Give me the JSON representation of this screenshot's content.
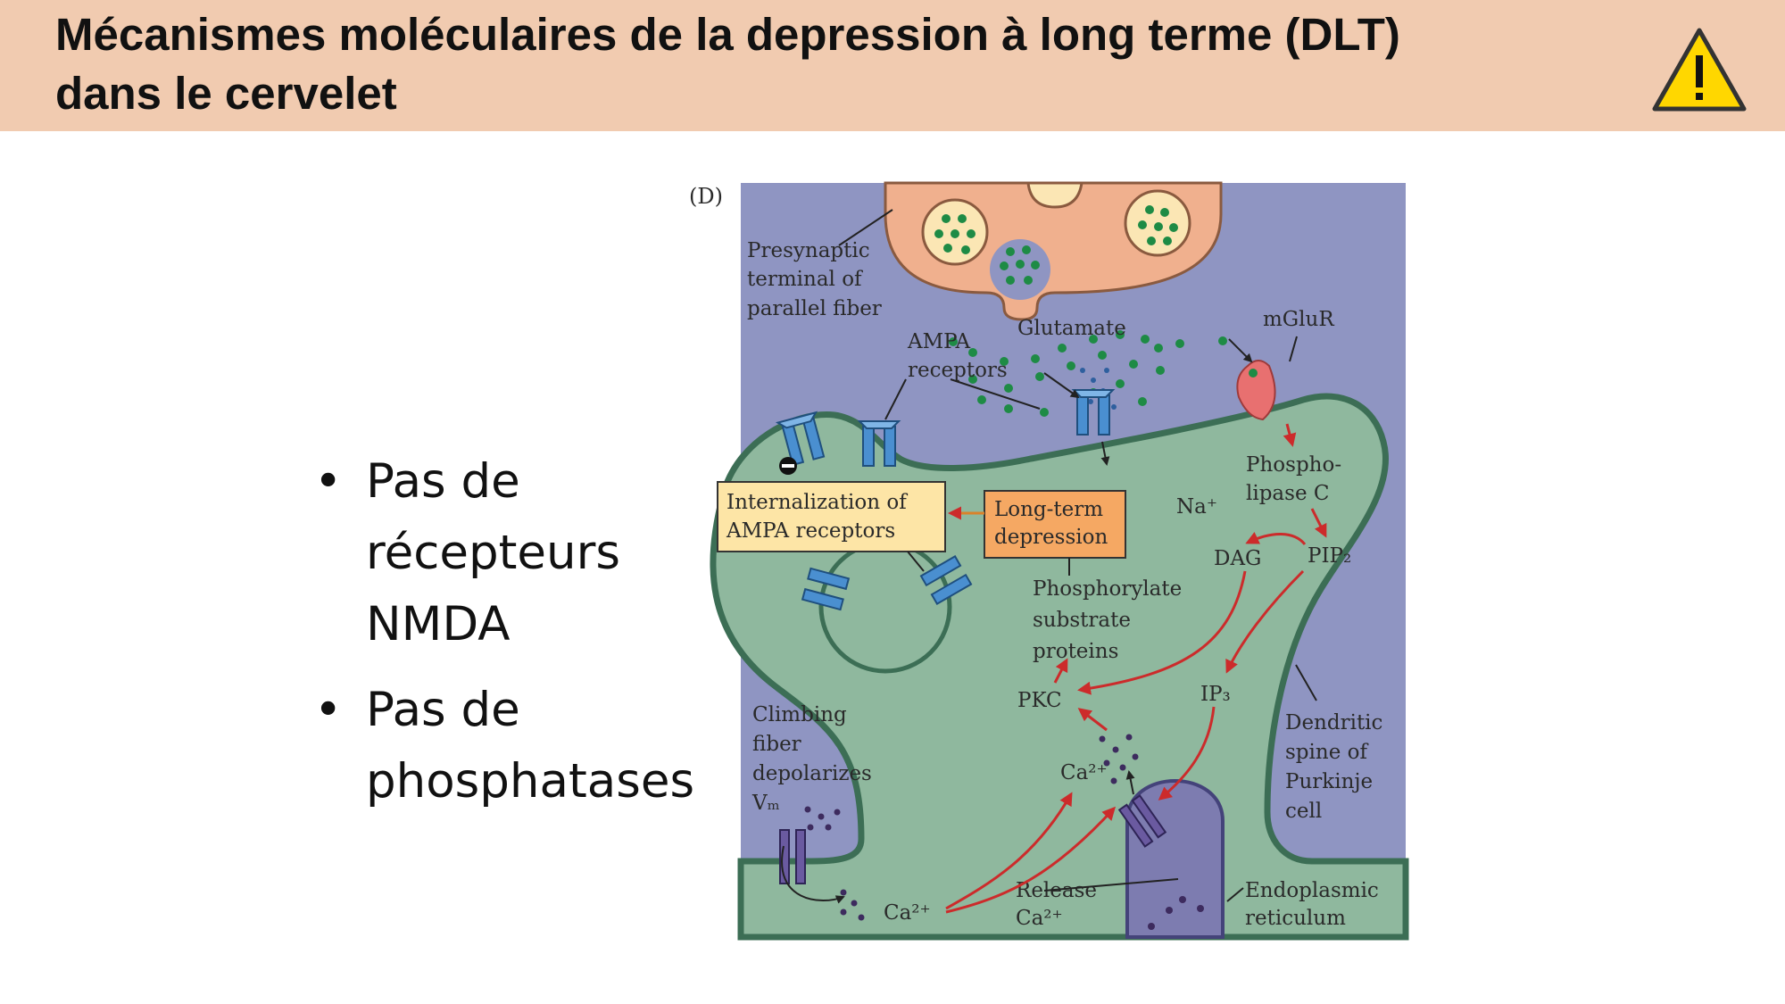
{
  "slide": {
    "title": "Mécanismes moléculaires de la depression à long terme (DLT)\ndans le cervelet",
    "warning_icon": "warning-triangle-icon",
    "bullets": [
      "Pas de récepteurs NMDA",
      "Pas de phosphatases"
    ]
  },
  "figure": {
    "panel_label": "(D)",
    "labels": {
      "presynaptic": [
        "Presynaptic",
        "terminal of",
        "parallel fiber"
      ],
      "glutamate": "Glutamate",
      "mglur": "mGluR",
      "ampa": [
        "AMPA",
        "receptors"
      ],
      "phospholipase": [
        "Phospho-",
        "lipase C"
      ],
      "internalization": [
        "Internalization of",
        "AMPA receptors"
      ],
      "ltd": [
        "Long-term",
        "depression"
      ],
      "na": "Na⁺",
      "dag": "DAG",
      "pip2": "PIP₂",
      "phosphorylate": [
        "Phosphorylate",
        "substrate",
        "proteins"
      ],
      "pkc": "PKC",
      "ip3": "IP₃",
      "dendritic": [
        "Dendritic",
        "spine of",
        "Purkinje",
        "cell"
      ],
      "climbing": [
        "Climbing",
        "fiber",
        "depolarizes",
        "Vₘ"
      ],
      "ca_center": "Ca²⁺",
      "ca_bottom": "Ca²⁺",
      "release": [
        "Release",
        "Ca²⁺"
      ],
      "er": [
        "Endoplasmic",
        "reticulum"
      ]
    },
    "colors": {
      "background": "#8f95c2",
      "cytoplasm": "#8fb89e",
      "membrane": "#3c6e55",
      "terminal": "#f0b08e",
      "vesicle_dots": "#1e8b45",
      "receptor": "#4a8fd0",
      "mglur": "#e87070",
      "highlight_box": "#fde5a6",
      "ltd_box": "#f5a863",
      "er": "#7d7cb0",
      "arrow": "#cc2b2b"
    }
  }
}
